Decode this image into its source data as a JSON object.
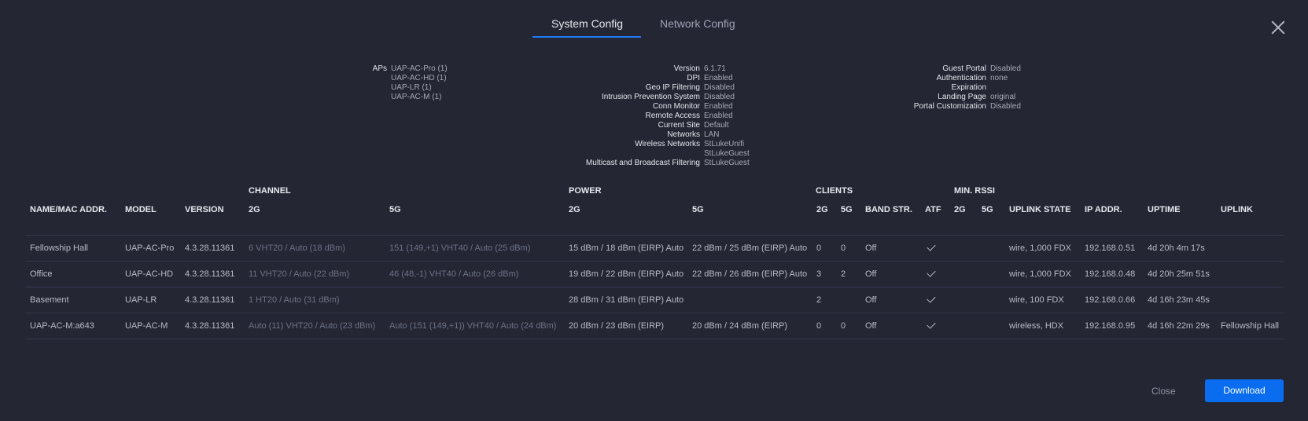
{
  "tabs": [
    {
      "label": "System Config",
      "active": true
    },
    {
      "label": "Network Config",
      "active": false
    }
  ],
  "info": {
    "col1": [
      {
        "label": "APs",
        "values": [
          "UAP-AC-Pro (1)",
          "UAP-AC-HD (1)",
          "UAP-LR (1)",
          "UAP-AC-M (1)"
        ]
      }
    ],
    "col2": [
      {
        "label": "Version",
        "values": [
          "6.1.71"
        ]
      },
      {
        "label": "DPI",
        "values": [
          "Enabled"
        ]
      },
      {
        "label": "Geo IP Filtering",
        "values": [
          "Disabled"
        ]
      },
      {
        "label": "Intrusion Prevention System",
        "values": [
          "Disabled"
        ]
      },
      {
        "label": "Conn Monitor",
        "values": [
          "Enabled"
        ]
      },
      {
        "label": "Remote Access",
        "values": [
          "Enabled"
        ]
      },
      {
        "label": "Current Site",
        "values": [
          "Default"
        ]
      },
      {
        "label": "Networks",
        "values": [
          "LAN"
        ]
      },
      {
        "label": "Wireless Networks",
        "values": [
          "StLukeUnifi",
          "StLukeGuest"
        ]
      },
      {
        "label": "Multicast and Broadcast Filtering",
        "values": [
          "StLukeGuest"
        ]
      }
    ],
    "col3": [
      {
        "label": "Guest Portal",
        "values": [
          "Disabled"
        ]
      },
      {
        "label": "Authentication",
        "values": [
          "none"
        ]
      },
      {
        "label": "Expiration",
        "values": [
          ""
        ]
      },
      {
        "label": "Landing Page",
        "values": [
          "original"
        ]
      },
      {
        "label": "Portal Customization",
        "values": [
          "Disabled"
        ]
      }
    ]
  },
  "groups": {
    "channel": "CHANNEL",
    "power": "POWER",
    "clients": "CLIENTS",
    "min_rssi": "MIN. RSSI"
  },
  "columns": [
    "NAME/MAC ADDR.",
    "MODEL",
    "VERSION",
    "2G",
    "5G",
    "2G",
    "5G",
    "2G",
    "5G",
    "BAND STR.",
    "ATF",
    "2G",
    "5G",
    "UPLINK STATE",
    "IP ADDR.",
    "UPTIME",
    "UPLINK"
  ],
  "devices": [
    {
      "name": "Fellowship Hall",
      "model": "UAP-AC-Pro",
      "version": "4.3.28.11361",
      "ch2g": "6 VHT20  / Auto (18 dBm)",
      "ch5g": "151 (149,+1) VHT40  / Auto (25 dBm)",
      "pw2g": "15 dBm / 18 dBm (EIRP) Auto",
      "pw5g": "22 dBm / 25 dBm (EIRP) Auto",
      "cl2g": "0",
      "cl5g": "0",
      "band": "Off",
      "atf": true,
      "rs2g": "",
      "rs5g": "",
      "uplink_state": "wire, 1,000 FDX",
      "ip": "192.168.0.51",
      "uptime": "4d 20h 4m 17s",
      "uplink": ""
    },
    {
      "name": "Office",
      "model": "UAP-AC-HD",
      "version": "4.3.28.11361",
      "ch2g": "11 VHT20  / Auto (22 dBm)",
      "ch5g": "46 (48,-1) VHT40  / Auto (26 dBm)",
      "pw2g": "19 dBm / 22 dBm (EIRP) Auto",
      "pw5g": "22 dBm / 26 dBm (EIRP) Auto",
      "cl2g": "3",
      "cl5g": "2",
      "band": "Off",
      "atf": true,
      "rs2g": "",
      "rs5g": "",
      "uplink_state": "wire, 1,000 FDX",
      "ip": "192.168.0.48",
      "uptime": "4d 20h 25m 51s",
      "uplink": ""
    },
    {
      "name": "Basement",
      "model": "UAP-LR",
      "version": "4.3.28.11361",
      "ch2g": "1 HT20  / Auto (31 dBm)",
      "ch5g": "",
      "pw2g": "28 dBm / 31 dBm (EIRP) Auto",
      "pw5g": "",
      "cl2g": "2",
      "cl5g": "",
      "band": "Off",
      "atf": true,
      "rs2g": "",
      "rs5g": "",
      "uplink_state": "wire, 100 FDX",
      "ip": "192.168.0.66",
      "uptime": "4d 16h 23m 45s",
      "uplink": ""
    },
    {
      "name": "UAP-AC-M:a643",
      "model": "UAP-AC-M",
      "version": "4.3.28.11361",
      "ch2g": "Auto (11) VHT20  / Auto (23 dBm)",
      "ch5g": "Auto (151 (149,+1)) VHT40  / Auto (24 dBm)",
      "pw2g": "20 dBm / 23 dBm (EIRP)",
      "pw5g": "20 dBm / 24 dBm (EIRP)",
      "cl2g": "0",
      "cl5g": "0",
      "band": "Off",
      "atf": true,
      "rs2g": "",
      "rs5g": "",
      "uplink_state": "wireless, HDX",
      "ip": "192.168.0.95",
      "uptime": "4d 16h 22m 29s",
      "uplink": "Fellowship Hall"
    }
  ],
  "footer": {
    "close_label": "Close",
    "download_label": "Download"
  },
  "colors": {
    "background": "#242634",
    "accent": "#1f7cf4",
    "button": "#0a6df0"
  }
}
